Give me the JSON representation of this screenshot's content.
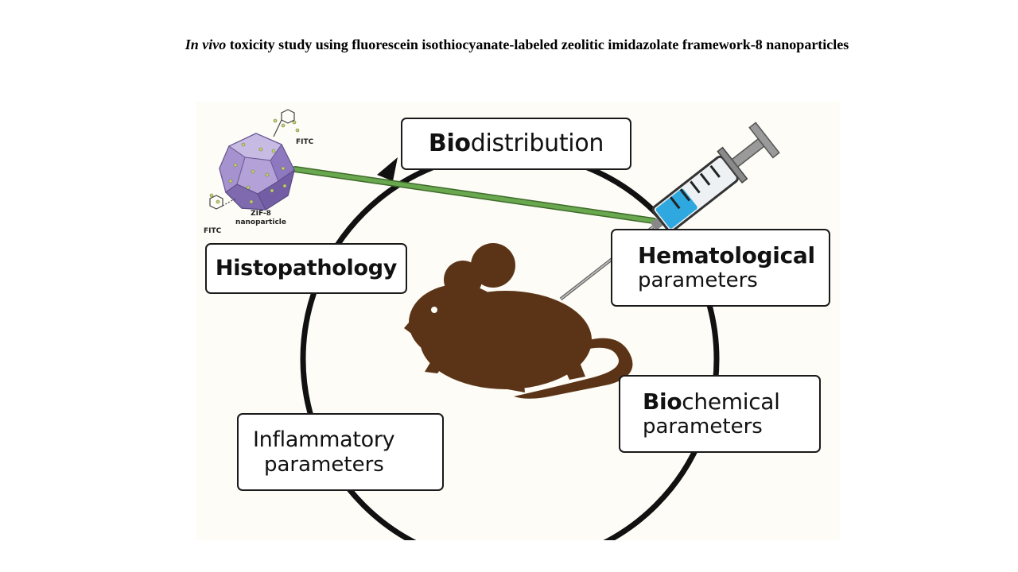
{
  "title": {
    "italic": "In vivo",
    "rest": "toxicity study using fluorescein isothiocyanate-labeled zeolitic imidazolate framework-8 nanoparticles"
  },
  "nodes": {
    "biodistribution": {
      "bold": "Bio",
      "rest": "distribution"
    },
    "histopathology": {
      "text": "Histopathology"
    },
    "hematological": {
      "line1": "Hematological",
      "line2": "parameters"
    },
    "biochemical": {
      "bold": "Bio",
      "rest": "chemical",
      "line2": "parameters"
    },
    "inflammatory": {
      "line1": "Inflammatory",
      "line2": "parameters"
    }
  },
  "particle": {
    "label_top": "FITC",
    "label_bottom": "FITC",
    "name_line1": "ZIF-8",
    "name_line2": "nanoparticle"
  },
  "colors": {
    "mouse": "#5b3418",
    "particle": "#9b84c8",
    "arrow_green": "#6aa84f",
    "syringe_liquid": "#2ea8df",
    "ring": "#111111"
  }
}
